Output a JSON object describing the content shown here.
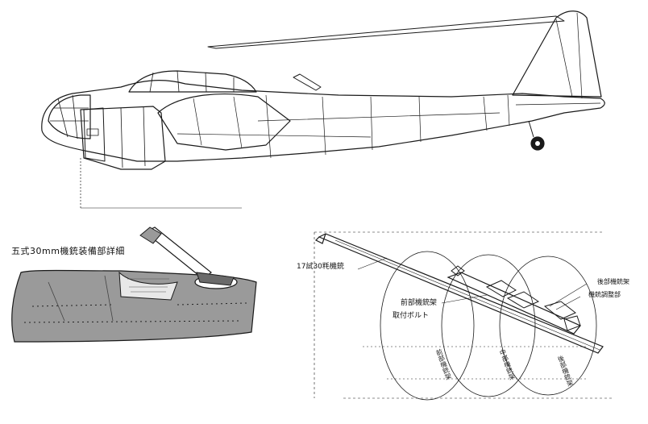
{
  "labels": {
    "detail_title": "五式30mm機銃装備部詳細",
    "gun_name": "17試30粍機銃",
    "front_mount_line1": "前部機銃架",
    "front_mount_line2": "取付ボルト",
    "rear_mount_line1": "後部機銃架",
    "rear_mount_line2": "機銃調整部",
    "vertical_1": "前部機銃架",
    "vertical_2": "中部機銃架",
    "vertical_3": "後部機銃架"
  },
  "colors": {
    "line": "#1a1a1a",
    "fuselage_fill": "#9a9a9a",
    "glass_fill": "#e8e8e8",
    "paper": "#ffffff"
  }
}
